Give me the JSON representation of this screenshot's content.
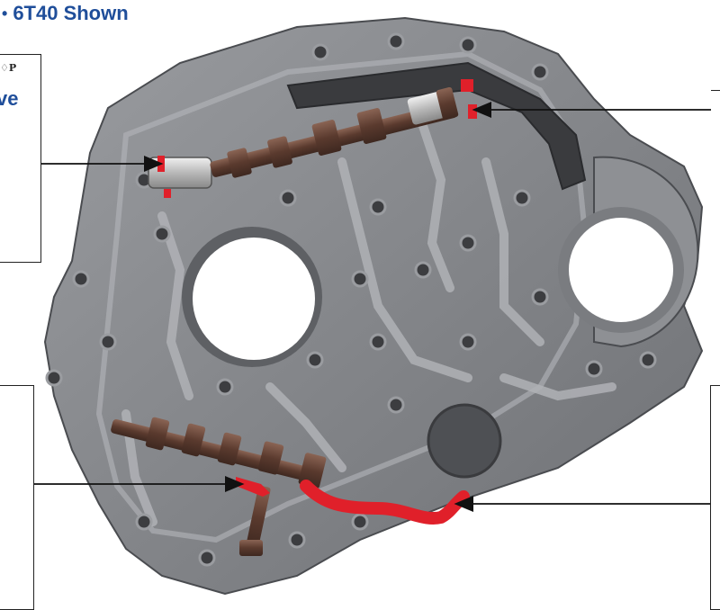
{
  "title": {
    "text": "6T40 Shown"
  },
  "callout_top_left": {
    "logo_text": "♢P",
    "text": "ve"
  },
  "colors": {
    "accent_title": "#1f4e9a",
    "casting": "#7d7f84",
    "casting_dark": "#5a5c60",
    "casting_light": "#b4b6ba",
    "valve": "#6b4a3c",
    "highlight": "#e0202a"
  }
}
